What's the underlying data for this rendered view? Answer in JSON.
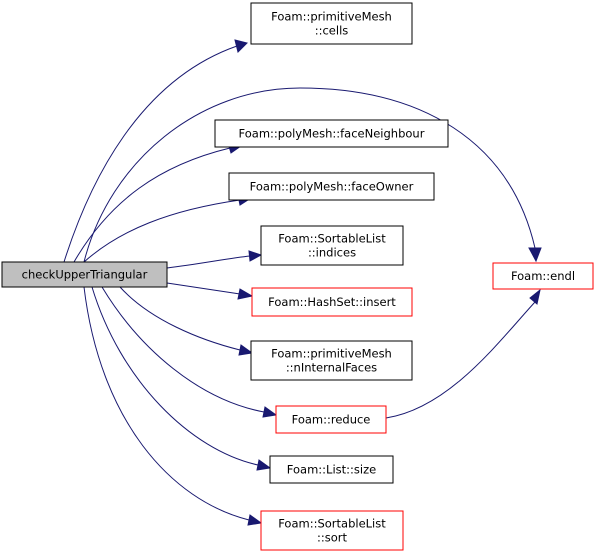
{
  "graph": {
    "root": {
      "lines": [
        "checkUpperTriangular"
      ],
      "fill": "#bfbfbf",
      "border": "#000000"
    },
    "nodes": [
      {
        "id": "cells",
        "lines": [
          "Foam::primitiveMesh",
          "::cells"
        ],
        "border": "#000000"
      },
      {
        "id": "faceNeighbour",
        "lines": [
          "Foam::polyMesh::faceNeighbour"
        ],
        "border": "#000000"
      },
      {
        "id": "faceOwner",
        "lines": [
          "Foam::polyMesh::faceOwner"
        ],
        "border": "#000000"
      },
      {
        "id": "indices",
        "lines": [
          "Foam::SortableList",
          "::indices"
        ],
        "border": "#000000"
      },
      {
        "id": "insert",
        "lines": [
          "Foam::HashSet::insert"
        ],
        "border": "#ff0000"
      },
      {
        "id": "nInternalFaces",
        "lines": [
          "Foam::primitiveMesh",
          "::nInternalFaces"
        ],
        "border": "#000000"
      },
      {
        "id": "reduce",
        "lines": [
          "Foam::reduce"
        ],
        "border": "#ff0000"
      },
      {
        "id": "size",
        "lines": [
          "Foam::List::size"
        ],
        "border": "#000000"
      },
      {
        "id": "sort",
        "lines": [
          "Foam::SortableList",
          "::sort"
        ],
        "border": "#ff0000"
      },
      {
        "id": "endl",
        "lines": [
          "Foam::endl"
        ],
        "border": "#ff0000"
      }
    ],
    "edges": [
      {
        "from": "root",
        "to": "cells"
      },
      {
        "from": "root",
        "to": "endl"
      },
      {
        "from": "root",
        "to": "faceNeighbour"
      },
      {
        "from": "root",
        "to": "faceOwner"
      },
      {
        "from": "root",
        "to": "indices"
      },
      {
        "from": "root",
        "to": "insert"
      },
      {
        "from": "root",
        "to": "nInternalFaces"
      },
      {
        "from": "root",
        "to": "reduce"
      },
      {
        "from": "root",
        "to": "size"
      },
      {
        "from": "root",
        "to": "sort"
      },
      {
        "from": "reduce",
        "to": "endl"
      }
    ],
    "colors": {
      "edge": "#191970",
      "node_fill": "#ffffff"
    }
  }
}
